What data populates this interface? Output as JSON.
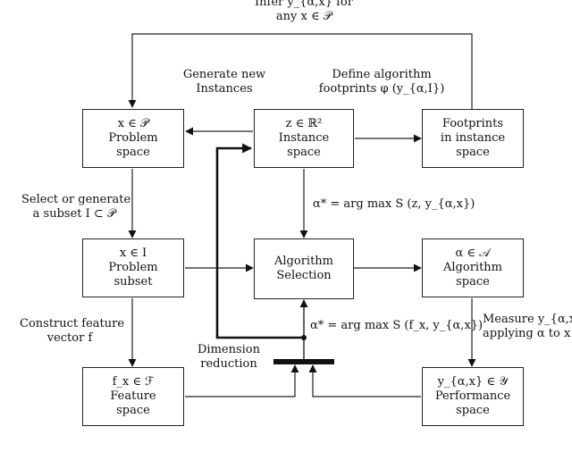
{
  "top_label": {
    "line1": "Infer y_{α,x} for",
    "line2": "any x ∈ 𝒫"
  },
  "generate_label": {
    "line1": "Generate new",
    "line2": "Instances"
  },
  "footprint_label": {
    "line1": "Define algorithm",
    "line2": "footprints φ (y_{α,I})"
  },
  "boxes": {
    "problem_space": {
      "line1": "x ∈ 𝒫",
      "line2": "Problem",
      "line3": "space"
    },
    "instance_space": {
      "line1": "z ∈ ℝ²",
      "line2": "Instance",
      "line3": "space"
    },
    "footprints": {
      "line1": "Footprints",
      "line2": "in instance",
      "line3": "space"
    },
    "problem_subset": {
      "line1": "x ∈ I",
      "line2": "Problem",
      "line3": "subset"
    },
    "algorithm_selection": {
      "line1": "Algorithm",
      "line2": "Selection"
    },
    "algorithm_space": {
      "line1": "α ∈ 𝒜",
      "line2": "Algorithm",
      "line3": "space"
    },
    "feature_space": {
      "line1": "f_x ∈ ℱ",
      "line2": "Feature",
      "line3": "space"
    },
    "performance_space": {
      "line1": "y_{α,x} ∈ 𝒴",
      "line2": "Performance",
      "line3": "space"
    }
  },
  "select_label": {
    "line1": "Select or generate",
    "line2": "a subset I ⊂ 𝒫"
  },
  "argmax_z_label": "α* = arg max S (z, y_{α,x})",
  "argmax_f_label": "α* = arg max S (f_x, y_{α,x})",
  "construct_label": {
    "line1": "Construct feature",
    "line2": "vector f"
  },
  "measure_label": {
    "line1": "Measure y_{α,x} by",
    "line2": "applying α to x"
  },
  "dimension_label": {
    "line1": "Dimension",
    "line2": "reduction"
  }
}
